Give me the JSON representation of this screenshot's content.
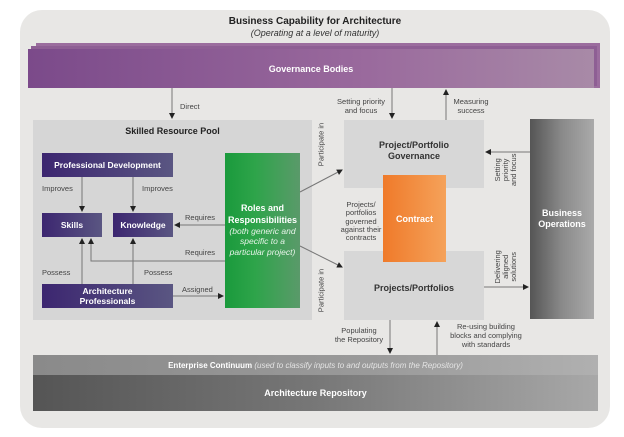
{
  "title": "Business Capability for Architecture",
  "subtitle": "(Operating at a level of maturity)",
  "nodes": {
    "governance_bodies": "Governance Bodies",
    "skilled_resource_pool": "Skilled Resource Pool",
    "professional_development": "Professional Development",
    "skills": "Skills",
    "knowledge": "Knowledge",
    "architecture_professionals_line1": "Architecture",
    "architecture_professionals_line2": "Professionals",
    "roles_line1": "Roles and",
    "roles_line2": "Responsibilities",
    "roles_note1": "(both generic and",
    "roles_note2": "specific to a",
    "roles_note3": "particular project)",
    "project_portfolio_governance_line1": "Project/Portfolio",
    "project_portfolio_governance_line2": "Governance",
    "contract": "Contract",
    "projects_portfolios": "Projects/Portfolios",
    "business_operations_line1": "Business",
    "business_operations_line2": "Operations",
    "enterprise_continuum": "Enterprise Continuum",
    "enterprise_continuum_note": "(used to classify inputs to and outputs from the Repository)",
    "architecture_repository": "Architecture Repository"
  },
  "edges": {
    "direct": "Direct",
    "setting_priority_1": "Setting priority",
    "setting_priority_2": "and focus",
    "measuring_1": "Measuring",
    "measuring_2": "success",
    "improves_skills": "Improves",
    "improves_knowledge": "Improves",
    "requires_knowledge": "Requires",
    "requires_skills": "Requires",
    "possess_skills": "Possess",
    "possess_knowledge": "Possess",
    "assigned": "Assigned",
    "participate_in_governance": "Participate in",
    "participate_in_projects": "Participate in",
    "governed_1": "Projects/",
    "governed_2": "portfolios",
    "governed_3": "governed",
    "governed_4": "against their",
    "governed_5": "contracts",
    "bo_setting_1": "Setting",
    "bo_setting_2": "priority",
    "bo_setting_3": "and focus",
    "delivering_1": "Delivering",
    "delivering_2": "aligned",
    "delivering_3": "solutions",
    "populating_1": "Populating",
    "populating_2": "the Repository",
    "reusing_1": "Re-using building",
    "reusing_2": "blocks and complying",
    "reusing_3": "with standards"
  }
}
